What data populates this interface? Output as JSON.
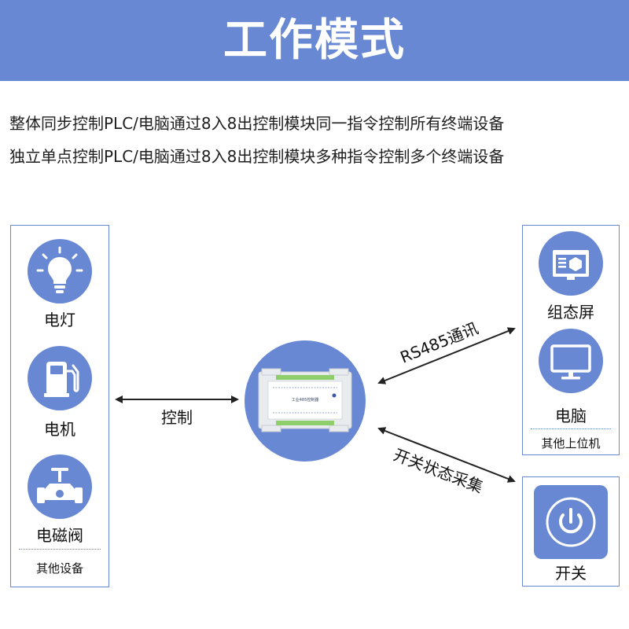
{
  "header": {
    "title": "工作模式"
  },
  "description": {
    "line1": "整体同步控制PLC/电脑通过8入8出控制模块同一指令控制所有终端设备",
    "line2": "独立单点控制PLC/电脑通过8入8出控制模块多种指令控制多个终端设备"
  },
  "left_panel": {
    "items": [
      {
        "label": "电灯",
        "icon": "light-bulb-icon"
      },
      {
        "label": "电机",
        "icon": "fuel-pump-icon"
      },
      {
        "label": "电磁阀",
        "icon": "valve-icon"
      }
    ],
    "footer": "其他设备"
  },
  "right_top_panel": {
    "items": [
      {
        "label": "组态屏",
        "icon": "hmi-screen-icon"
      },
      {
        "label": "电脑",
        "icon": "monitor-icon"
      }
    ],
    "footer": "其他上位机"
  },
  "right_bottom_panel": {
    "label": "开关",
    "icon": "power-icon"
  },
  "center_device": {
    "icon": "io-control-module",
    "module_text": "工业485控制器"
  },
  "connections": {
    "control": "控制",
    "rs485": "RS485通讯",
    "switch_acquisition": "开关状态采集"
  },
  "colors": {
    "accent": "#6888d3",
    "text": "#1e1e1e",
    "white": "#ffffff"
  }
}
